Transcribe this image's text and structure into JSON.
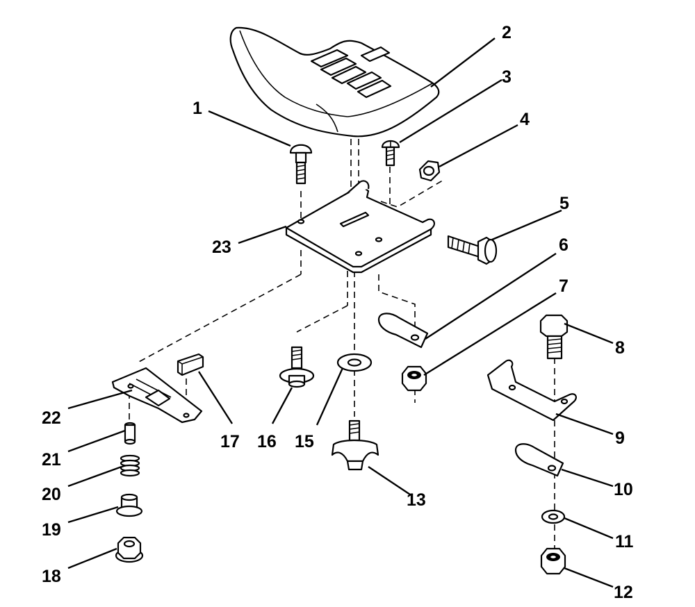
{
  "diagram": {
    "callouts": [
      {
        "id": "c1",
        "label": "1",
        "part": "carriage bolt"
      },
      {
        "id": "c2",
        "label": "2",
        "part": "seat"
      },
      {
        "id": "c3",
        "label": "3",
        "part": "screw"
      },
      {
        "id": "c4",
        "label": "4",
        "part": "nut"
      },
      {
        "id": "c5",
        "label": "5",
        "part": "hex bolt"
      },
      {
        "id": "c6",
        "label": "6",
        "part": "clip"
      },
      {
        "id": "c7",
        "label": "7",
        "part": "lock nut"
      },
      {
        "id": "c8",
        "label": "8",
        "part": "hex bolt"
      },
      {
        "id": "c9",
        "label": "9",
        "part": "bracket"
      },
      {
        "id": "c10",
        "label": "10",
        "part": "clip"
      },
      {
        "id": "c11",
        "label": "11",
        "part": "washer"
      },
      {
        "id": "c12",
        "label": "12",
        "part": "lock nut"
      },
      {
        "id": "c13",
        "label": "13",
        "part": "knob"
      },
      {
        "id": "c15",
        "label": "15",
        "part": "washer"
      },
      {
        "id": "c16",
        "label": "16",
        "part": "shoulder bolt"
      },
      {
        "id": "c17",
        "label": "17",
        "part": "pad"
      },
      {
        "id": "c18",
        "label": "18",
        "part": "flange nut"
      },
      {
        "id": "c19",
        "label": "19",
        "part": "bushing"
      },
      {
        "id": "c20",
        "label": "20",
        "part": "spring"
      },
      {
        "id": "c21",
        "label": "21",
        "part": "pin"
      },
      {
        "id": "c22",
        "label": "22",
        "part": "latch plate"
      },
      {
        "id": "c23",
        "label": "23",
        "part": "seat pan"
      }
    ]
  }
}
